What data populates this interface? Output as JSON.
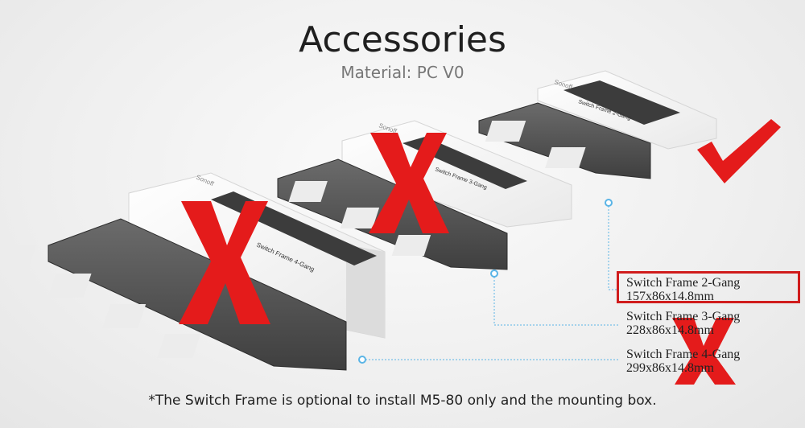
{
  "header": {
    "title": "Accessories",
    "subtitle": "Material: PC V0"
  },
  "products": [
    {
      "name": "Switch Frame 2-Gang",
      "dimensions": "157x86x14.8mm",
      "status": "selected"
    },
    {
      "name": "Switch Frame 3-Gang",
      "dimensions": "228x86x14.8mm",
      "status": "rejected"
    },
    {
      "name": "Switch Frame 4-Gang",
      "dimensions": "299x86x14.8mm",
      "status": "rejected"
    }
  ],
  "box_prints": {
    "brand": "Sonoff",
    "two_gang": "Switch Frame 2-Gang",
    "three_gang": "Switch Frame 3-Gang",
    "four_gang": "Switch Frame 4-Gang"
  },
  "footnote": "*The Switch Frame is optional to install M5-80 only and the mounting box.",
  "colors": {
    "mark_red": "#e41b1b",
    "highlight": "#d01c1c",
    "leader_line": "#5ab4e6",
    "frame_metal": "#5a5a5a"
  }
}
